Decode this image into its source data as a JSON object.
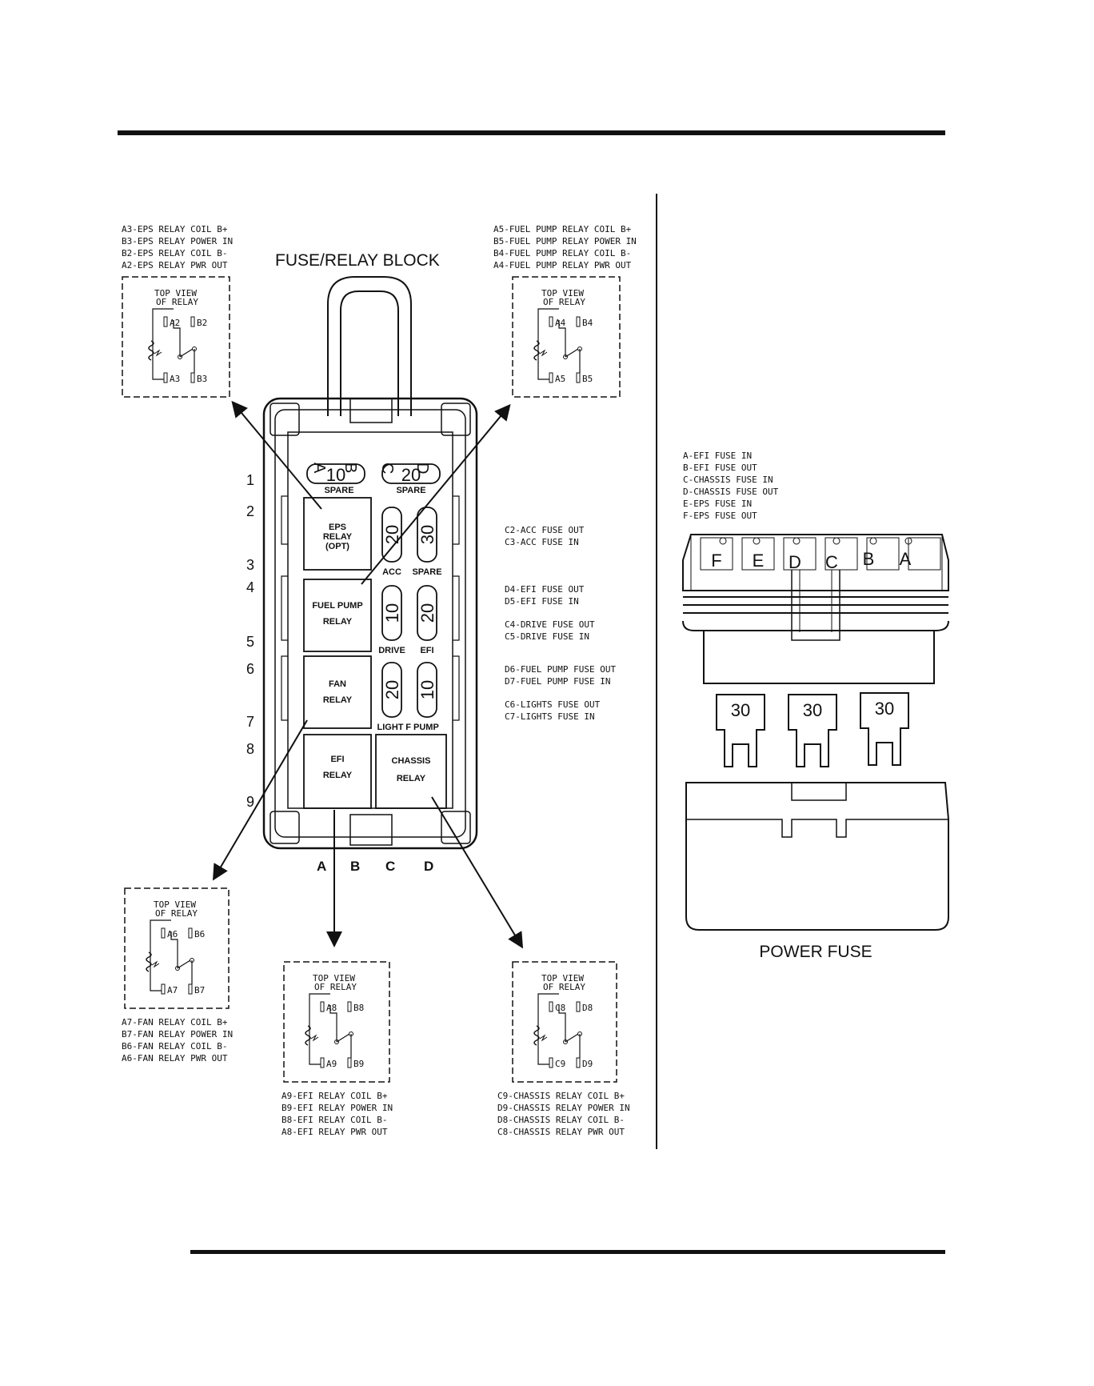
{
  "title": "FUSE/RELAY BLOCK",
  "power_fuse_title": "POWER FUSE",
  "row_numbers": [
    "1",
    "2",
    "3",
    "4",
    "5",
    "6",
    "7",
    "8",
    "9"
  ],
  "top_columns": [
    "A",
    "B",
    "C",
    "D"
  ],
  "bottom_columns": [
    "A",
    "B",
    "C",
    "D"
  ],
  "top_fuses": [
    {
      "value": "10",
      "label": "SPARE"
    },
    {
      "value": "20",
      "label": "SPARE"
    }
  ],
  "relays": {
    "eps": [
      "EPS",
      "RELAY",
      "(OPT)"
    ],
    "fuel_pump": [
      "FUEL PUMP",
      "RELAY"
    ],
    "fan": [
      "FAN",
      "RELAY"
    ],
    "efi": [
      "EFI",
      "RELAY"
    ],
    "chassis": [
      "CHASSIS",
      "RELAY"
    ]
  },
  "mini_fuses": [
    {
      "value": "20",
      "label": "ACC"
    },
    {
      "value": "30",
      "label": "SPARE"
    },
    {
      "value": "10",
      "label": "DRIVE"
    },
    {
      "value": "20",
      "label": "EFI"
    },
    {
      "value": "20",
      "label": "LIGHT"
    },
    {
      "value": "10",
      "label": "F PUMP"
    }
  ],
  "relay_views": {
    "eps": {
      "title": [
        "TOP VIEW",
        "OF RELAY"
      ],
      "pins": [
        "A2",
        "B2",
        "A3",
        "B3"
      ]
    },
    "fuel": {
      "title": [
        "TOP VIEW",
        "OF RELAY"
      ],
      "pins": [
        "A4",
        "B4",
        "A5",
        "B5"
      ]
    },
    "fan": {
      "title": [
        "TOP VIEW",
        "OF RELAY"
      ],
      "pins": [
        "A6",
        "B6",
        "A7",
        "B7"
      ]
    },
    "efi": {
      "title": [
        "TOP VIEW",
        "OF RELAY"
      ],
      "pins": [
        "A8",
        "B8",
        "A9",
        "B9"
      ]
    },
    "chassis": {
      "title": [
        "TOP VIEW",
        "OF RELAY"
      ],
      "pins": [
        "C8",
        "D8",
        "C9",
        "D9"
      ]
    }
  },
  "legends": {
    "eps": [
      "A3-EPS RELAY COIL B+",
      "B3-EPS RELAY POWER IN",
      "B2-EPS RELAY COIL B-",
      "A2-EPS RELAY PWR OUT"
    ],
    "fuel": [
      "A5-FUEL PUMP RELAY COIL B+",
      "B5-FUEL PUMP RELAY POWER IN",
      "B4-FUEL PUMP RELAY COIL B-",
      "A4-FUEL PUMP RELAY PWR OUT"
    ],
    "fan": [
      "A7-FAN RELAY COIL B+",
      "B7-FAN RELAY POWER IN",
      "B6-FAN RELAY COIL B-",
      "A6-FAN RELAY PWR OUT"
    ],
    "efi": [
      "A9-EFI RELAY COIL B+",
      "B9-EFI RELAY POWER IN",
      "B8-EFI RELAY COIL B-",
      "A8-EFI RELAY PWR OUT"
    ],
    "chassis": [
      "C9-CHASSIS RELAY COIL B+",
      "D9-CHASSIS RELAY POWER IN",
      "D8-CHASSIS RELAY COIL B-",
      "C8-CHASSIS RELAY PWR OUT"
    ],
    "acc": [
      "C2-ACC FUSE OUT",
      "C3-ACC FUSE IN"
    ],
    "efi_fuse": [
      "D4-EFI FUSE OUT",
      "D5-EFI FUSE IN"
    ],
    "drive": [
      "C4-DRIVE FUSE OUT",
      "C5-DRIVE FUSE IN"
    ],
    "fpump": [
      "D6-FUEL PUMP FUSE OUT",
      "D7-FUEL PUMP FUSE IN"
    ],
    "lights": [
      "C6-LIGHTS FUSE OUT",
      "C7-LIGHTS FUSE IN"
    ],
    "power": [
      "A-EFI FUSE IN",
      "B-EFI FUSE OUT",
      "C-CHASSIS FUSE IN",
      "D-CHASSIS FUSE OUT",
      "E-EPS FUSE IN",
      "F-EPS FUSE OUT"
    ]
  },
  "power_fuse_slots": [
    "F",
    "E",
    "D",
    "C",
    "B",
    "A"
  ],
  "power_fuses": [
    "30",
    "30",
    "30"
  ]
}
